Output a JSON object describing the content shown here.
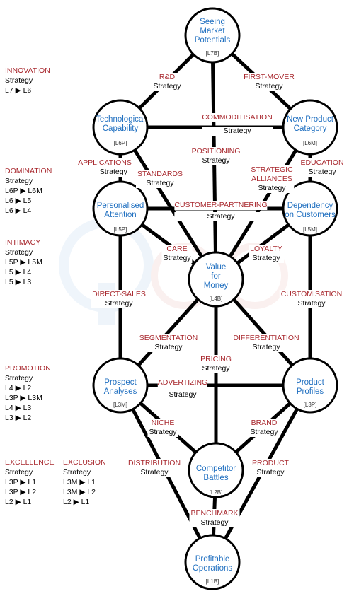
{
  "nodes": {
    "l7b": {
      "label_1": "Seeing",
      "label_2": "Market",
      "label_3": "Potentials",
      "code": "[L7B]"
    },
    "l6p": {
      "label_1": "Technological",
      "label_2": "Capability",
      "code": "[L6P]"
    },
    "l6m": {
      "label_1": "New Product",
      "label_2": "Category",
      "code": "[L6M]"
    },
    "l5p": {
      "label_1": "Personalised",
      "label_2": "Attention",
      "code": "[L5P]"
    },
    "l5m": {
      "label_1": "Dependency",
      "label_2": "on Customers",
      "code": "[L5M]"
    },
    "l4b": {
      "label_1": "Value",
      "label_2": "for",
      "label_3": "Money",
      "code": "[L4B]"
    },
    "l3m": {
      "label_1": "Prospect",
      "label_2": "Analyses",
      "code": "[L3M]"
    },
    "l3p": {
      "label_1": "Product",
      "label_2": "Profiles",
      "code": "[L3P]"
    },
    "l2b": {
      "label_1": "Competitor",
      "label_2": "Battles",
      "code": "[L2B]"
    },
    "l1b": {
      "label_1": "Profitable",
      "label_2": "Operations",
      "code": "[L1B]"
    }
  },
  "strategy_word": "Strategy",
  "edges": {
    "rnd": "R&D",
    "first_mover": "FIRST-MOVER",
    "commoditisation": "COMMODITISATION",
    "positioning": "POSITIONING",
    "applications": "APPLICATIONS",
    "standards": "STANDARDS",
    "strategic_alliances_1": "STRATEGIC",
    "strategic_alliances_2": "ALLIANCES",
    "education": "EDUCATION",
    "customer_partnering": "CUSTOMER-PARTNERING",
    "care": "CARE",
    "loyalty": "LOYALTY",
    "direct_sales": "DIRECT-SALES",
    "customisation": "CUSTOMISATION",
    "segmentation": "SEGMENTATION",
    "differentiation": "DIFFERENTIATION",
    "pricing": "PRICING",
    "advertizing": "ADVERTIZING",
    "niche": "NICHE",
    "brand": "BRAND",
    "distribution": "DISTRIBUTION",
    "product": "PRODUCT",
    "benchmark": "BENCHMARK"
  },
  "side": {
    "innovation": {
      "title": "INNOVATION",
      "lines": [
        "Strategy",
        "L7 ▶ L6"
      ]
    },
    "domination": {
      "title": "DOMINATION",
      "lines": [
        "Strategy",
        "L6P ▶ L6M",
        "L6 ▶ L5",
        "L6 ▶ L4"
      ]
    },
    "intimacy": {
      "title": "INTIMACY",
      "lines": [
        "Strategy",
        "L5P ▶ L5M",
        "L5 ▶ L4",
        "L5 ▶ L3"
      ]
    },
    "promotion": {
      "title": "PROMOTION",
      "lines": [
        "Strategy",
        "L4 ▶ L2",
        "L3P ▶ L3M",
        "L4 ▶ L3",
        "L3 ▶ L2"
      ]
    },
    "excellence": {
      "title": "EXCELLENCE",
      "lines": [
        "Strategy",
        "L3P ▶ L1",
        "L3P ▶ L2",
        "L2 ▶ L1"
      ]
    },
    "exclusion": {
      "title": "EXCLUSION",
      "lines": [
        "Strategy",
        "L3M ▶ L1",
        "L3M ▶ L2",
        "L2 ▶ L1"
      ]
    }
  },
  "colors": {
    "node_text": "#1f6fc0",
    "edge_title": "#a8272d",
    "text": "#000000"
  }
}
